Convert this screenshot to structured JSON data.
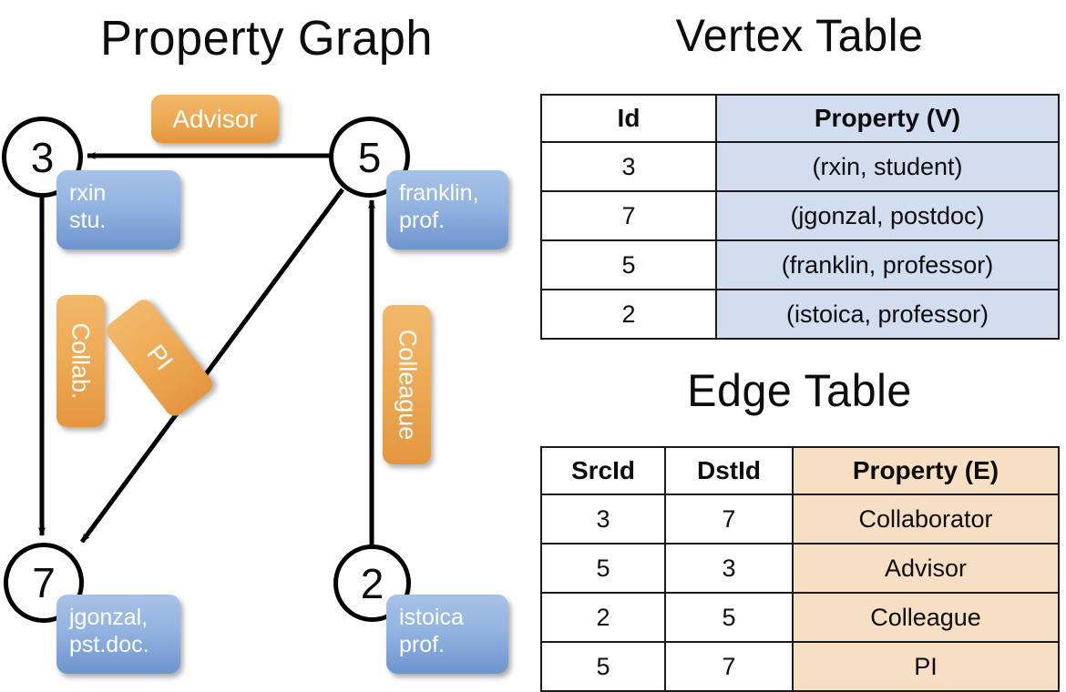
{
  "titles": {
    "property_graph": "Property Graph",
    "vertex_table": "Vertex Table",
    "edge_table": "Edge Table"
  },
  "colors": {
    "vertex_property_fill": "#d3ddf0",
    "edge_property_fill": "#f7dfc4",
    "node_box_blue": "#93b4e0",
    "edge_label_orange": "#eeab56",
    "stroke": "#000000"
  },
  "graph": {
    "nodes": [
      {
        "id": "3",
        "property": "rxin\nstu."
      },
      {
        "id": "5",
        "property": "franklin,\nprof."
      },
      {
        "id": "7",
        "property": "jgonzal,\npst.doc."
      },
      {
        "id": "2",
        "property": "istoica\nprof."
      }
    ],
    "edge_labels": [
      {
        "name": "advisor",
        "text": "Advisor"
      },
      {
        "name": "collab",
        "text": "Collab."
      },
      {
        "name": "pi",
        "text": "PI"
      },
      {
        "name": "colleague",
        "text": "Colleague"
      }
    ],
    "edges": [
      {
        "from": "5",
        "to": "3",
        "label": "Advisor"
      },
      {
        "from": "3",
        "to": "7",
        "label": "Collab."
      },
      {
        "from": "5",
        "to": "7",
        "label": "PI"
      },
      {
        "from": "2",
        "to": "5",
        "label": "Colleague"
      }
    ]
  },
  "vertex_table": {
    "headers": [
      "Id",
      "Property (V)"
    ],
    "rows": [
      {
        "id": "3",
        "property": "(rxin, student)"
      },
      {
        "id": "7",
        "property": "(jgonzal, postdoc)"
      },
      {
        "id": "5",
        "property": "(franklin, professor)"
      },
      {
        "id": "2",
        "property": "(istoica, professor)"
      }
    ]
  },
  "edge_table": {
    "headers": [
      "SrcId",
      "DstId",
      "Property (E)"
    ],
    "rows": [
      {
        "src": "3",
        "dst": "7",
        "property": "Collaborator"
      },
      {
        "src": "5",
        "dst": "3",
        "property": "Advisor"
      },
      {
        "src": "2",
        "dst": "5",
        "property": "Colleague"
      },
      {
        "src": "5",
        "dst": "7",
        "property": "PI"
      }
    ]
  }
}
